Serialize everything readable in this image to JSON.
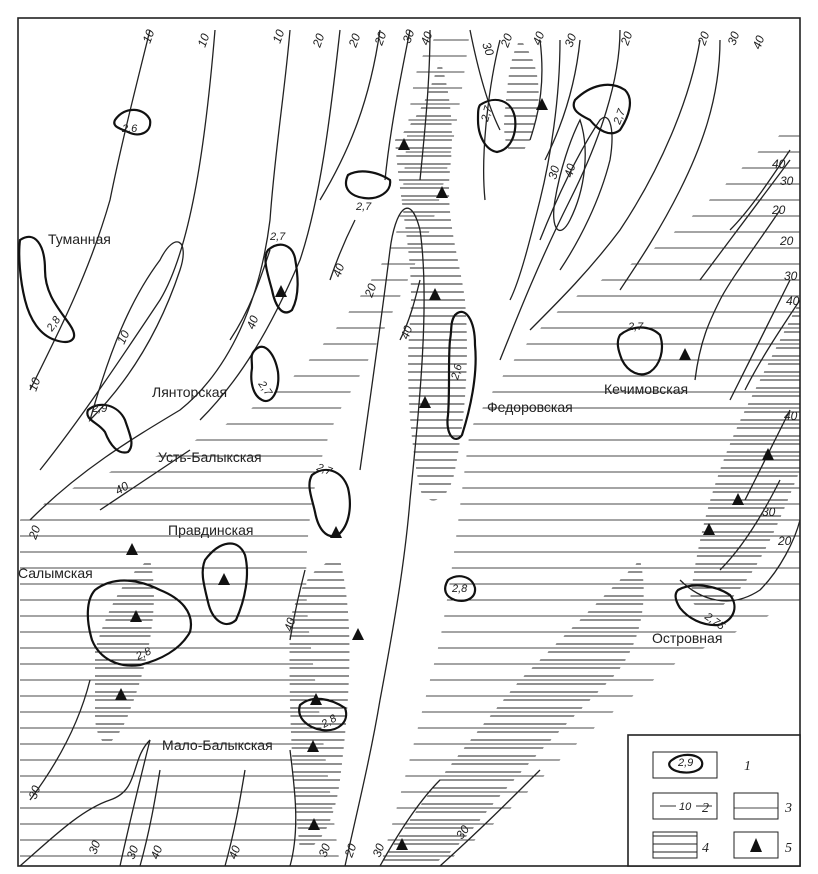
{
  "fields": [
    {
      "id": "tumannaya",
      "label": "Туманная"
    },
    {
      "id": "lyantorskaya",
      "label": "Лянторская"
    },
    {
      "id": "ust-balykskaya",
      "label": "Усть-Балыкская"
    },
    {
      "id": "pravdinskaya",
      "label": "Правдинская"
    },
    {
      "id": "salymskaya",
      "label": "Салымская"
    },
    {
      "id": "malo-balykskaya",
      "label": "Мало-Балыкская"
    },
    {
      "id": "fedorovskaya",
      "label": "Федоровская"
    },
    {
      "id": "kechimovskaya",
      "label": "Кечимовская"
    },
    {
      "id": "ostrovnaya",
      "label": "Островная"
    }
  ],
  "contour_values": {
    "v10": "10",
    "v20": "20",
    "v30": "30",
    "v40": "40"
  },
  "anomaly_values": {
    "a26": "2,6",
    "a27": "2,7",
    "a28": "2,8",
    "a29": "2,9",
    "a275": "2,75"
  },
  "legend": {
    "sample_anomaly": "2,9",
    "sample_contour": "10",
    "items": [
      {
        "number": "1"
      },
      {
        "number": "2"
      },
      {
        "number": "3"
      },
      {
        "number": "4"
      },
      {
        "number": "5"
      }
    ]
  }
}
